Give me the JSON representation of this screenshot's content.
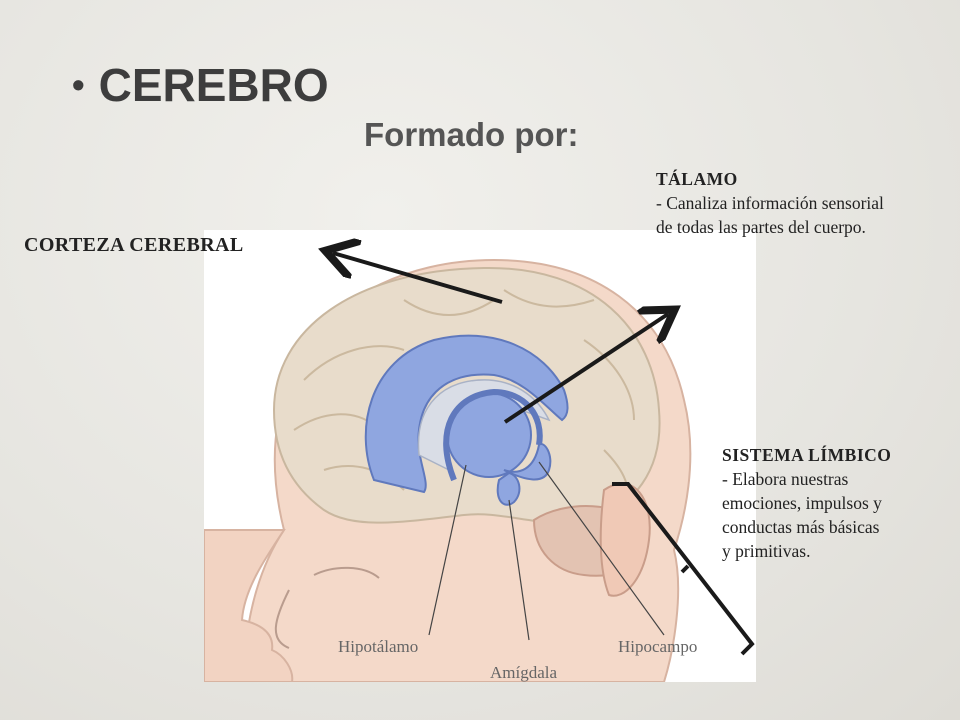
{
  "title": "CEREBRO",
  "bullet": "•",
  "subtitle": "Formado por:",
  "labels": {
    "corteza": "CORTEZA CEREBRAL",
    "talamo_title": "TÁLAMO",
    "talamo_desc_1": "- Canaliza información sensorial",
    "talamo_desc_2": "de todas las partes del cuerpo.",
    "limbico_title": "SISTEMA LÍMBICO",
    "limbico_desc_1": "- Elabora nuestras",
    "limbico_desc_2": "emociones, impulsos y",
    "limbico_desc_3": "conductas más básicas",
    "limbico_desc_4": "y primitivas."
  },
  "image_labels": {
    "hipotalamo": "Hipotálamo",
    "amigdala": "Amígdala",
    "hipocampo": "Hipocampo"
  },
  "colors": {
    "skin": "#f4d9c9",
    "brain": "#e8dccb",
    "limbic": "#8fa6e0",
    "arrow": "#1a1a1a"
  }
}
